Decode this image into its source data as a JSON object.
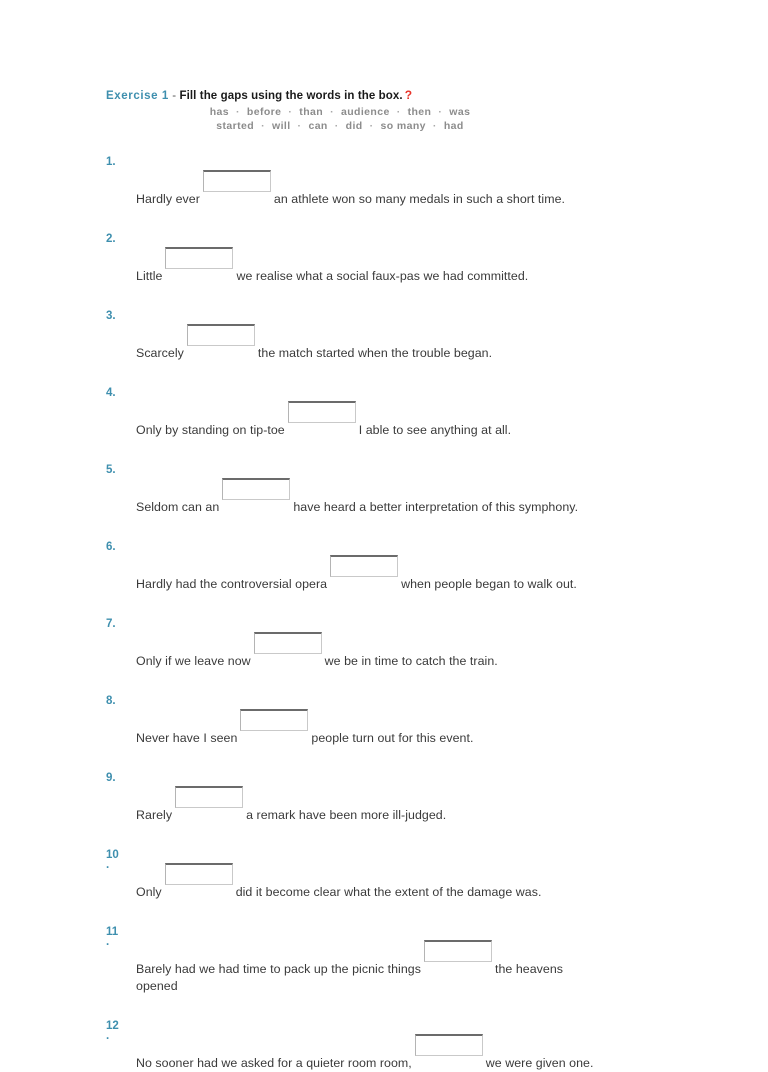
{
  "heading": {
    "exercise_label": "Exercise 1",
    "dash": " - ",
    "instruction": "Fill the gaps using the words in the box.",
    "help_marker": "?",
    "accent_color": "#3e8fae",
    "marker_color": "#e8342a"
  },
  "word_bank": {
    "separator": "·",
    "row1": [
      "has",
      "before",
      "than",
      "audience",
      "then",
      "was"
    ],
    "row2": [
      "started",
      "will",
      "can",
      "did",
      "so many",
      "had"
    ]
  },
  "questions": [
    {
      "number": "1.",
      "number_main": "1.",
      "number_dot": "",
      "before": "Hardly ever",
      "after": "an athlete won so many medals in such a short time.",
      "second_line": "",
      "blank_value": "",
      "blank_placeholder": ""
    },
    {
      "number": "2.",
      "number_main": "2.",
      "number_dot": "",
      "before": "Little",
      "after": "we realise what a social faux-pas we had committed.",
      "second_line": "",
      "blank_value": "",
      "blank_placeholder": ""
    },
    {
      "number": "3.",
      "number_main": "3.",
      "number_dot": "",
      "before": "Scarcely",
      "after": "the match started when the trouble began.",
      "second_line": "",
      "blank_value": "",
      "blank_placeholder": ""
    },
    {
      "number": "4.",
      "number_main": "4.",
      "number_dot": "",
      "before": "Only by standing on tip-toe",
      "after": "I able to see anything at all.",
      "second_line": "",
      "blank_value": "",
      "blank_placeholder": ""
    },
    {
      "number": "5.",
      "number_main": "5.",
      "number_dot": "",
      "before": "Seldom can an",
      "after": "have heard a better interpretation of this symphony.",
      "second_line": "",
      "blank_value": "",
      "blank_placeholder": ""
    },
    {
      "number": "6.",
      "number_main": "6.",
      "number_dot": "",
      "before": "Hardly had the controversial opera",
      "after": "when people began to walk out.",
      "second_line": "",
      "blank_value": "",
      "blank_placeholder": ""
    },
    {
      "number": "7.",
      "number_main": "7.",
      "number_dot": "",
      "before": "Only if we leave now",
      "after": "we be in time to catch the train.",
      "second_line": "",
      "blank_value": "",
      "blank_placeholder": ""
    },
    {
      "number": "8.",
      "number_main": "8.",
      "number_dot": "",
      "before": "Never have I seen",
      "after": "people turn out for this event.",
      "second_line": "",
      "blank_value": "",
      "blank_placeholder": ""
    },
    {
      "number": "9.",
      "number_main": "9.",
      "number_dot": "",
      "before": "Rarely",
      "after": "a remark have been more ill-judged.",
      "second_line": "",
      "blank_value": "",
      "blank_placeholder": ""
    },
    {
      "number": "10.",
      "number_main": "10",
      "number_dot": "·",
      "before": "Only",
      "after": "did it become clear what the extent of the damage was.",
      "second_line": "",
      "blank_value": "",
      "blank_placeholder": ""
    },
    {
      "number": "11.",
      "number_main": "11",
      "number_dot": "·",
      "before": "Barely had we had time to pack up the picnic things",
      "after": "the heavens",
      "second_line": "opened",
      "blank_value": "",
      "blank_placeholder": ""
    },
    {
      "number": "12.",
      "number_main": "12",
      "number_dot": "·",
      "before": "No sooner had we asked for a quieter room room,",
      "after": "we were given one.",
      "second_line": "",
      "blank_value": "",
      "blank_placeholder": ""
    }
  ]
}
